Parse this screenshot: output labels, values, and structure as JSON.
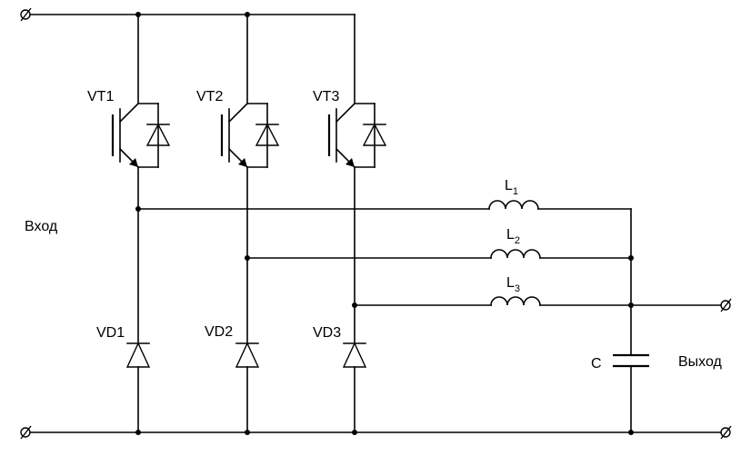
{
  "labels": {
    "input": "Вход",
    "output": "Выход",
    "capacitor": "C"
  },
  "transistors": [
    {
      "name": "VT1"
    },
    {
      "name": "VT2"
    },
    {
      "name": "VT3"
    }
  ],
  "diodes": [
    {
      "name": "VD1"
    },
    {
      "name": "VD2"
    },
    {
      "name": "VD3"
    }
  ],
  "inductors": [
    {
      "letter": "L",
      "index": "1"
    },
    {
      "letter": "L",
      "index": "2"
    },
    {
      "letter": "L",
      "index": "3"
    }
  ]
}
